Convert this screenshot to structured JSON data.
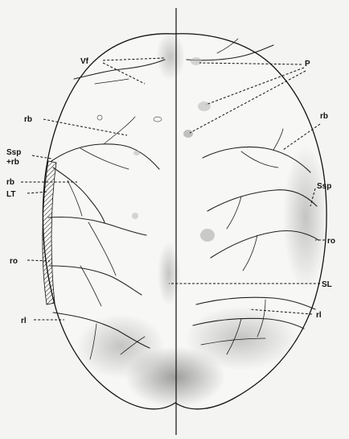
{
  "labels": {
    "vf": "Vf",
    "p": "P",
    "rb_left": "rb",
    "rb_right": "rb",
    "ssp_rb_line1": "Ssp",
    "ssp_rb_line2": "+rb",
    "rb_left2": "rb",
    "ssp_right": "Ssp",
    "lt": "LT",
    "ro_right": "ro",
    "ro_left": "ro",
    "sl": "SL",
    "rl_left": "rl",
    "rl_right": "rl"
  },
  "colors": {
    "background": "#f4f4f2",
    "ink": "#111111"
  }
}
